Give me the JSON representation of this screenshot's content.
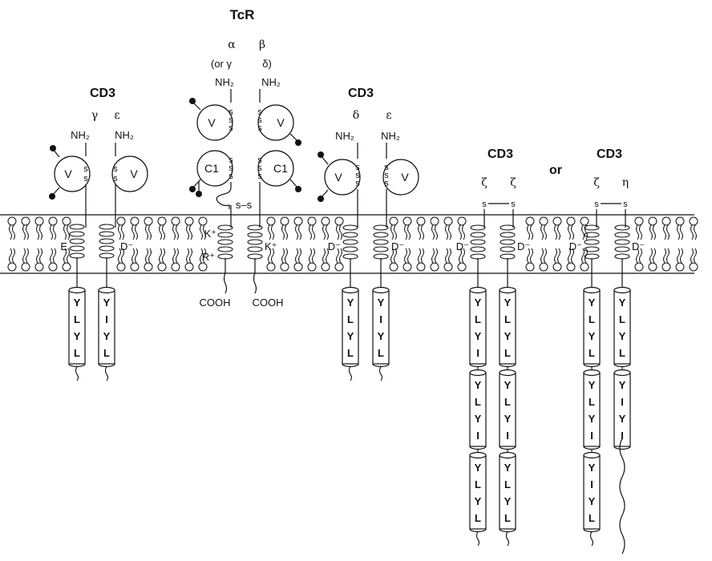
{
  "tcr": {
    "title": "TcR",
    "chain_alpha": "α",
    "chain_alpha_alt": "(or γ",
    "chain_beta": "β",
    "chain_beta_alt": "δ)",
    "n_terminus": "NH₂",
    "c_terminus": "COOH",
    "domain_v": "V",
    "domain_c1": "C1",
    "disulfide": "s–s",
    "charge_k": "K⁺",
    "charge_r": "R⁺"
  },
  "cd3_left": {
    "title": "CD3",
    "gamma": "γ",
    "epsilon": "ε",
    "n_terminus": "NH₂",
    "domain_v": "V",
    "tm_e": "E",
    "tm_d": "D⁻",
    "itam_gamma": [
      "Y",
      "L",
      "Y",
      "L"
    ],
    "itam_epsilon": [
      "Y",
      "I",
      "Y",
      "L"
    ]
  },
  "cd3_mid": {
    "title": "CD3",
    "delta": "δ",
    "epsilon": "ε",
    "n_terminus": "NH₂",
    "domain_v": "V",
    "tm_d": "D⁻",
    "itam_delta": [
      "Y",
      "L",
      "Y",
      "L"
    ],
    "itam_epsilon": [
      "Y",
      "I",
      "Y",
      "L"
    ]
  },
  "cd3_zeta": {
    "title": "CD3",
    "zeta": "ζ",
    "tm_d": "D⁻",
    "ss": "s",
    "itams_chain1": [
      [
        "Y",
        "L",
        "Y",
        "I"
      ],
      [
        "Y",
        "L",
        "Y",
        "I"
      ],
      [
        "Y",
        "L",
        "Y",
        "L"
      ]
    ],
    "itams_chain2": [
      [
        "Y",
        "L",
        "Y",
        "L"
      ],
      [
        "Y",
        "L",
        "Y",
        "I"
      ],
      [
        "Y",
        "L",
        "Y",
        "L"
      ]
    ]
  },
  "or_label": "or",
  "cd3_eta": {
    "title": "CD3",
    "zeta": "ζ",
    "eta": "η",
    "tm_d": "D⁻",
    "ss": "s",
    "itams_zeta": [
      [
        "Y",
        "L",
        "Y",
        "L"
      ],
      [
        "Y",
        "L",
        "Y",
        "I"
      ],
      [
        "Y",
        "I",
        "Y",
        "L"
      ]
    ],
    "itams_eta": [
      [
        "Y",
        "L",
        "Y",
        "L"
      ],
      [
        "Y",
        "I",
        "Y",
        "I"
      ]
    ]
  }
}
